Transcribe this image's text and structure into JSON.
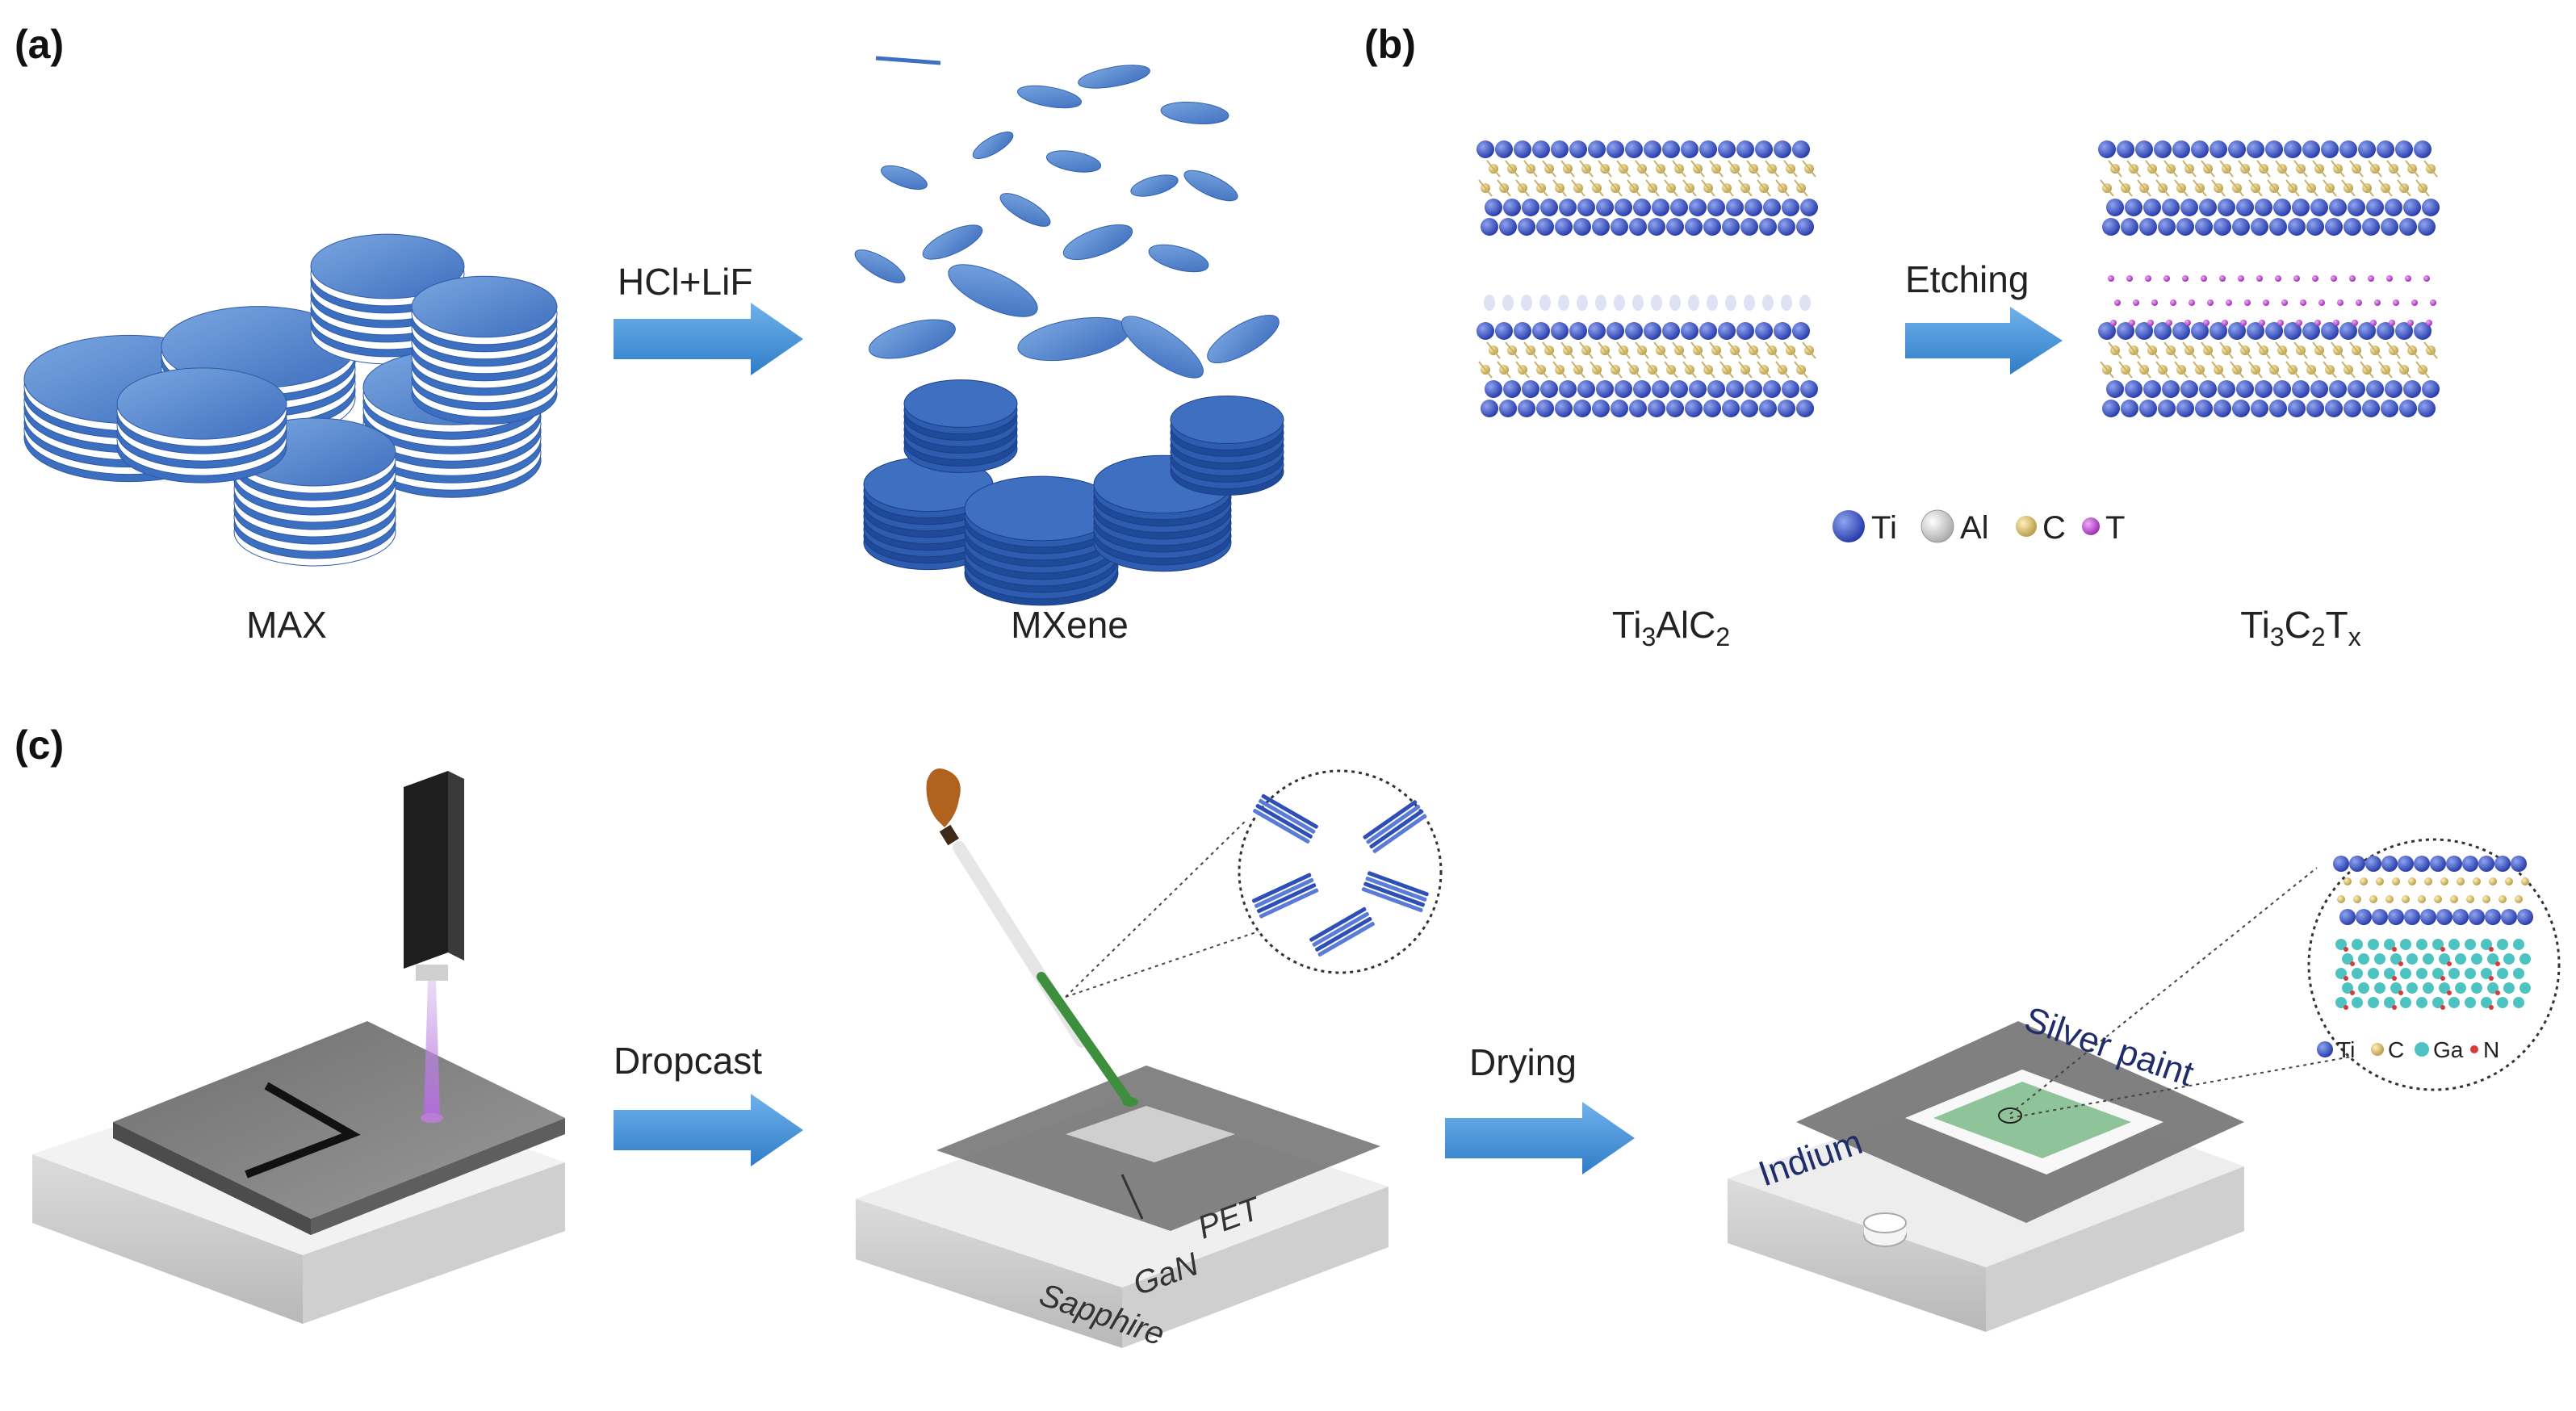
{
  "panels": {
    "a": {
      "label": "(a)",
      "arrow_text": "HCl+LiF",
      "left_caption": "MAX",
      "right_caption": "MXene"
    },
    "b": {
      "label": "(b)",
      "arrow_text": "Etching",
      "left_caption": {
        "base": "Ti",
        "s1": "3",
        "mid": "AlC",
        "s2": "2"
      },
      "right_caption": {
        "base": "Ti",
        "s1": "3",
        "mid": "C",
        "s2": "2",
        "mid2": "T",
        "s3": "x"
      },
      "legend": [
        "Ti",
        "Al",
        "C",
        "T"
      ]
    },
    "c": {
      "label": "(c)",
      "arrow1_text": "Dropcast",
      "arrow2_text": "Drying",
      "pet_label": "PET",
      "gan_label": "GaN",
      "sapphire_label": "Sapphire",
      "silver_label": "Silver paint",
      "indium_label": "Indium",
      "inset_legend": [
        "Ti",
        "C",
        "Ga",
        "N"
      ]
    }
  },
  "colors": {
    "ti_blue": "#3b56c8",
    "disc_blue": "#4f86cf",
    "arrow_blue": "#3f8fd6",
    "carbon": "#d9c27a",
    "aluminium": "#d9d9d9",
    "termination": "#b548c8",
    "gallium": "#4cc3c0",
    "nitrogen": "#d83b3b",
    "film_green": "#8fc49a",
    "text_navy": "#1f2d6b"
  }
}
